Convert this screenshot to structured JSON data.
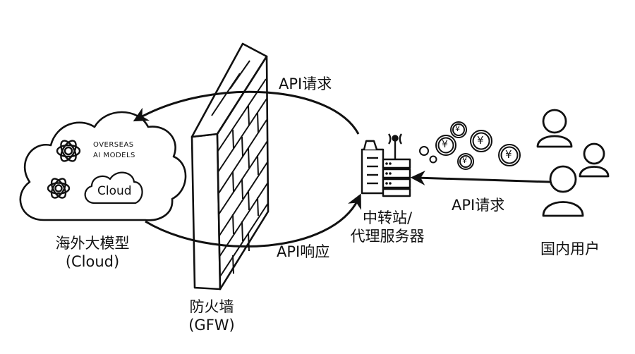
{
  "arrows": {
    "top_request": "API请求",
    "bottom_response": "API响应",
    "user_request": "API请求"
  },
  "nodes": {
    "cloud": {
      "badge_line1": "OVERSEAS",
      "badge_line2": "AI MODELS",
      "cloud_tag": "Cloud",
      "label_line1": "海外大模型",
      "label_line2": "(Cloud)"
    },
    "firewall": {
      "label_line1": "防火墙",
      "label_line2": "(GFW)"
    },
    "proxy": {
      "label_line1": "中转站/",
      "label_line2": "代理服务器"
    },
    "users": {
      "label": "国内用户"
    }
  },
  "coins": {
    "symbol": "¥"
  }
}
